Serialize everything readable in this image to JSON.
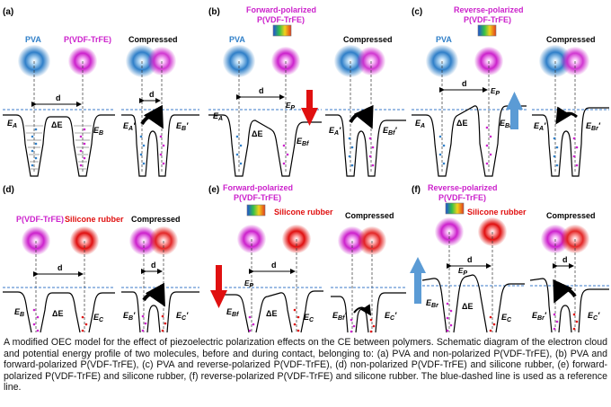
{
  "panels": [
    {
      "label": "(a)",
      "left_title": "PVA",
      "left_color": "#2f7fc8",
      "right_title": "P(VDF-TrFE)",
      "right_color": "#cc22cc",
      "compressed": "Compressed",
      "d": "d",
      "delta_e": "ΔE",
      "e_left": "E_A",
      "e_right": "E_B",
      "e_left_c": "E_A′",
      "e_right_c": "E_B′"
    },
    {
      "label": "(b)",
      "top_title_1": "Forward-polarized",
      "top_title_2": "P(VDF-TrFE)",
      "left_title": "PVA",
      "compressed": "Compressed",
      "d": "d",
      "delta_e": "ΔE",
      "e_p": "E_P",
      "e_left": "E_A",
      "e_right": "E_Bf",
      "e_left_c": "E_A′",
      "e_right_c": "E_Bf′"
    },
    {
      "label": "(c)",
      "top_title_1": "Reverse-polarized",
      "top_title_2": "P(VDF-TrFE)",
      "left_title": "PVA",
      "compressed": "Compressed",
      "d": "d",
      "delta_e": "ΔE",
      "e_p": "E_P",
      "e_left": "E_A",
      "e_right": "E_Br",
      "e_left_c": "E_A′",
      "e_right_c": "E_Br′"
    },
    {
      "label": "(d)",
      "left_title": "P(VDF-TrFE)",
      "right_title": "Silicone rubber",
      "compressed": "Compressed",
      "d": "d",
      "delta_e": "ΔE",
      "e_left": "E_B",
      "e_right": "E_C",
      "e_left_c": "E_B′",
      "e_right_c": "E_C′"
    },
    {
      "label": "(e)",
      "top_title_1": "Forward-polarized",
      "top_title_2": "P(VDF-TrFE)",
      "right_title": "Silicone rubber",
      "compressed": "Compressed",
      "d": "d",
      "delta_e": "ΔE",
      "e_p": "E_P",
      "e_left": "E_Bf",
      "e_right": "E_C",
      "e_left_c": "E_Bf′",
      "e_right_c": "E_C′"
    },
    {
      "label": "(f)",
      "top_title_1": "Reverse-polarized",
      "top_title_2": "P(VDF-TrFE)",
      "right_title": "Silicone rubber",
      "compressed": "Compressed",
      "d": "d",
      "delta_e": "ΔE",
      "e_p": "E_P",
      "e_left": "E_Br",
      "e_right": "E_C",
      "e_left_c": "E_Br′",
      "e_right_c": "E_C′"
    }
  ],
  "colors": {
    "pva": "#2f7fc8",
    "pvdf": "#cc22cc",
    "silicone": "#e01010",
    "reference_line": "#3a78c8",
    "arrow_down": "#e01010",
    "arrow_up": "#5b9bd5"
  },
  "caption": "A modified OEC model for the effect of piezoelectric polarization effects on the CE between polymers. Schematic diagram of the electron cloud and potential energy profile of two molecules, before and during contact, belonging to: (a) PVA and non-polarized P(VDF-TrFE), (b) PVA and forward-polarized P(VDF-TrFE), (c) PVA and reverse-polarized P(VDF-TrFE), (d) non-polarized P(VDF-TrFE) and silicone rubber, (e) forward-polarized P(VDF-TrFE) and silicone rubber, (f) reverse-polarized P(VDF-TrFE) and silicone rubber. The blue-dashed line is used as a reference line."
}
